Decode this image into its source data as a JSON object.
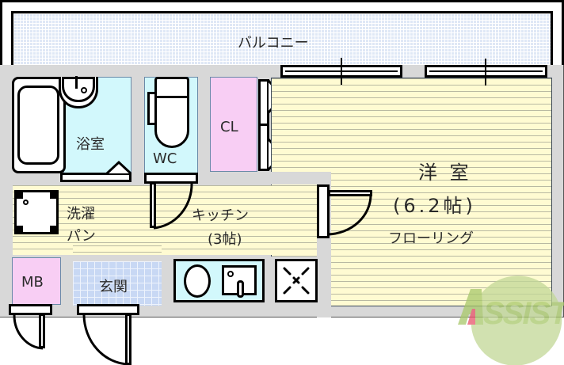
{
  "floorplan": {
    "rooms": {
      "balcony": "バルコニー",
      "bathroom": "浴室",
      "toilet": "WC",
      "closet": "CL",
      "western_room": "洋 室",
      "western_room_size": "(6.2帖)",
      "western_room_floor": "フローリング",
      "washer_pan_line1": "洗濯",
      "washer_pan_line2": "パン",
      "kitchen": "キッチン",
      "kitchen_size": "(3帖)",
      "meter_box": "MB",
      "entrance": "玄関"
    },
    "watermark": {
      "text": "ASSIST",
      "color_green": "#a8c86a",
      "color_red": "#e8546a"
    },
    "colors": {
      "bath_wc": "#d2f8fc",
      "closet_mb": "#f8cef4",
      "floor": "#fffbd2",
      "balcony": "#dfe8f6",
      "entrance": "#c8d8f4",
      "wall": "#d8d8d8"
    }
  }
}
